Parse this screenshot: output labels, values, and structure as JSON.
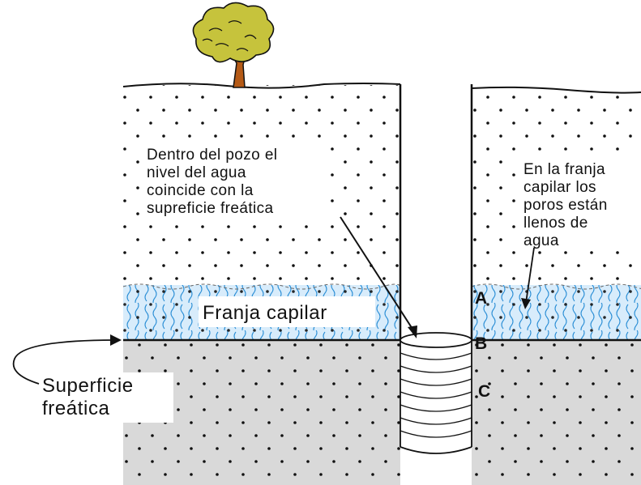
{
  "labels": {
    "well_note": [
      "Dentro del pozo el",
      "nivel del agua",
      "coincide con la",
      "supreficie freática"
    ],
    "fringe_note": [
      "En la franja",
      "capilar los",
      "poros están",
      "llenos de",
      "agua"
    ],
    "capillary_fringe": "Franja capilar",
    "water_table": [
      "Superficie",
      "freática"
    ],
    "point_a": "A",
    "point_b": "B",
    "point_c": "C"
  },
  "colors": {
    "saturated_zone": "#d9d9d9",
    "fringe": "#d8ecfb",
    "fringe_squiggle": "#2c8fd6",
    "tree_foliage": "#c6c33c",
    "tree_trunk": "#b55a16",
    "outline": "#111111"
  },
  "icons": {
    "tree": "tree-icon"
  }
}
